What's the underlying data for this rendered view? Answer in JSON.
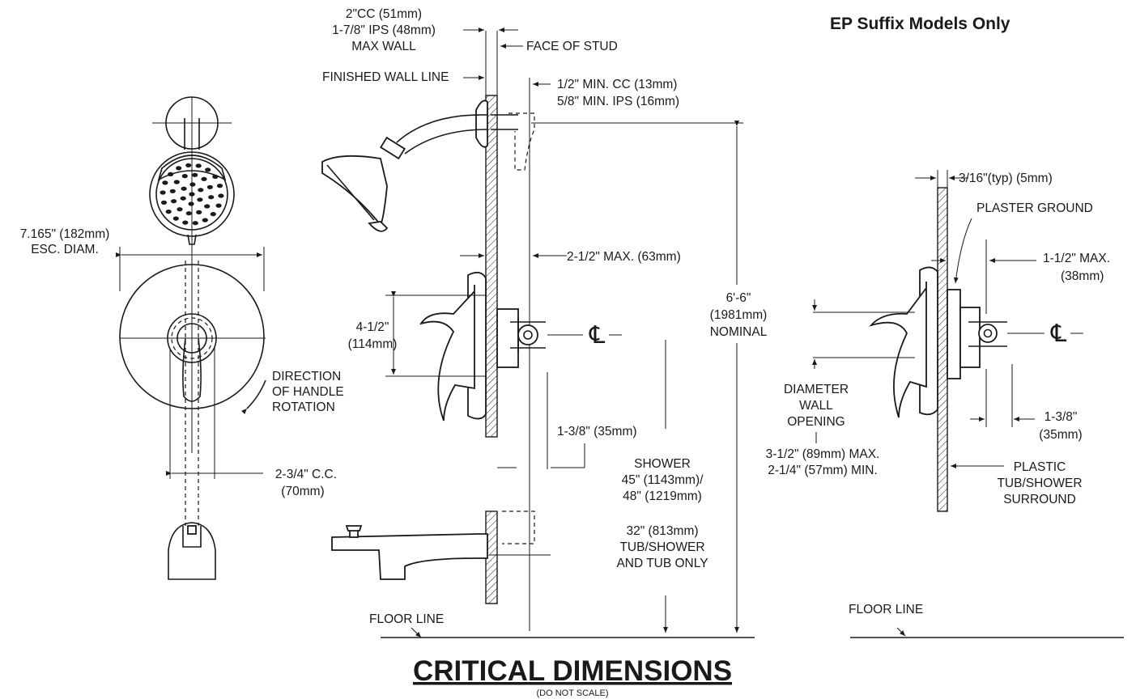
{
  "header": {
    "suffix_note": "EP Suffix Models Only",
    "title": "CRITICAL DIMENSIONS",
    "subtitle": "(DO NOT SCALE)"
  },
  "front_view": {
    "esc_diam_1": "7.165\" (182mm)",
    "esc_diam_2": "ESC. DIAM.",
    "rotation_1": "DIRECTION",
    "rotation_2": "OF HANDLE",
    "rotation_3": "ROTATION",
    "cc_1": "2-3/4\" C.C.",
    "cc_2": "(70mm)"
  },
  "side_view": {
    "wall_1": "2\"CC (51mm)",
    "wall_2": "1-7/8\" IPS (48mm)",
    "wall_3": "MAX WALL",
    "face_of_stud": "FACE OF STUD",
    "finished_wall_line": "FINISHED WALL LINE",
    "min_1": "1/2\" MIN. CC (13mm)",
    "min_2": "5/8\" MIN. IPS (16mm)",
    "max_depth": "2-1/2\" MAX. (63mm)",
    "valve_h_1": "4-1/2\"",
    "valve_h_2": "(114mm)",
    "centerline": "℄",
    "spout_dim": "1-3/8\" (35mm)",
    "nominal_1": "6'-6\"",
    "nominal_2": "(1981mm)",
    "nominal_3": "NOMINAL",
    "shower_1": "SHOWER",
    "shower_2": "45\" (1143mm)/",
    "shower_3": "48\" (1219mm)",
    "tub_1": "32\" (813mm)",
    "tub_2": "TUB/SHOWER",
    "tub_3": "AND TUB ONLY",
    "floor_line": "FLOOR LINE"
  },
  "detail_view": {
    "typ": "3/16\"(typ) (5mm)",
    "plaster_ground": "PLASTER GROUND",
    "max_1": "1-1/2\" MAX.",
    "max_2": "(38mm)",
    "centerline": "℄",
    "opening_1": "DIAMETER",
    "opening_2": "WALL",
    "opening_3": "OPENING",
    "opening_4": "3-1/2\" (89mm) MAX.",
    "opening_5": "2-1/4\" (57mm) MIN.",
    "dim_1": "1-3/8\"",
    "dim_2": "(35mm)",
    "surround_1": "PLASTIC",
    "surround_2": "TUB/SHOWER",
    "surround_3": "SURROUND",
    "floor_line": "FLOOR LINE"
  }
}
